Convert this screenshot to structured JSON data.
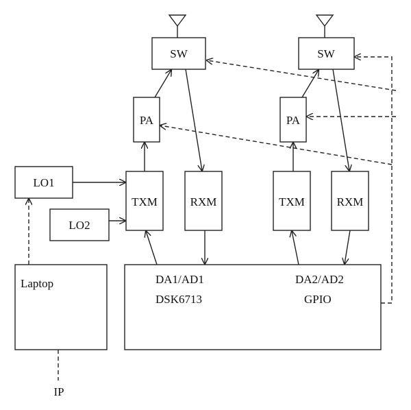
{
  "blocks": {
    "sw1": "SW",
    "sw2": "SW",
    "pa1": "PA",
    "pa2": "PA",
    "lo1": "LO1",
    "lo2": "LO2",
    "txm1": "TXM",
    "rxm1": "RXM",
    "txm2": "TXM",
    "rxm2": "RXM",
    "laptop": "Laptop"
  },
  "dsp": {
    "port1": "DA1/AD1",
    "board": "DSK6713",
    "port2": "DA2/AD2",
    "gpio": "GPIO"
  },
  "ip_label": "IP",
  "colors": {
    "stroke": "#222222",
    "background": "#ffffff"
  }
}
